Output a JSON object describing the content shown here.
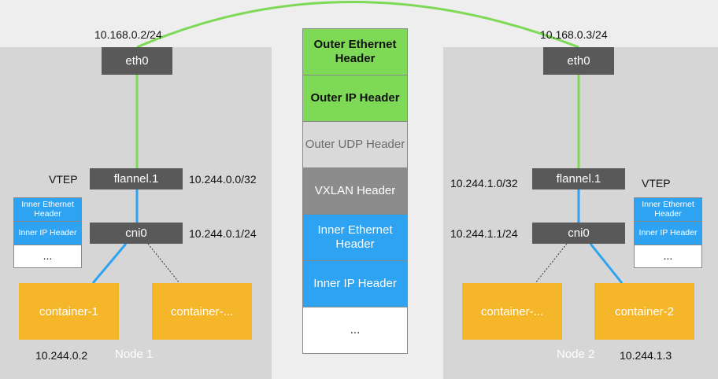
{
  "colors": {
    "green_link": "#7ed957",
    "blue_link": "#2ea3f2",
    "dark_box": "#595959",
    "container": "#f5b62a",
    "node_bg": "#d6d6d6",
    "page_bg": "#eeeeee"
  },
  "node1": {
    "label": "Node 1",
    "eth_label": "eth0",
    "eth_ip": "10.168.0.2/24",
    "vtep_label": "VTEP",
    "flannel_label": "flannel.1",
    "flannel_ip": "10.244.0.0/32",
    "cni_label": "cni0",
    "cni_ip": "10.244.0.1/24",
    "container_a": "container-1",
    "container_b": "container-...",
    "container_a_ip": "10.244.0.2",
    "mini_stack": [
      "Inner Ethernet Header",
      "Inner IP Header",
      "..."
    ]
  },
  "node2": {
    "label": "Node 2",
    "eth_label": "eth0",
    "eth_ip": "10.168.0.3/24",
    "vtep_label": "VTEP",
    "flannel_label": "flannel.1",
    "flannel_ip": "10.244.1.0/32",
    "cni_label": "cni0",
    "cni_ip": "10.244.1.1/24",
    "container_a": "container-...",
    "container_b": "container-2",
    "container_b_ip": "10.244.1.3",
    "mini_stack": [
      "Inner Ethernet Header",
      "Inner IP Header",
      "..."
    ]
  },
  "packet": [
    {
      "label": "Outer Ethernet Header",
      "bg": "#7ed957",
      "fg": "#111111"
    },
    {
      "label": "Outer IP Header",
      "bg": "#7ed957",
      "fg": "#111111"
    },
    {
      "label": "Outer UDP Header",
      "bg": "#d9d9d9",
      "fg": "#6b6b6b"
    },
    {
      "label": "VXLAN Header",
      "bg": "#8c8c8c",
      "fg": "#ffffff"
    },
    {
      "label": "Inner Ethernet Header",
      "bg": "#2ea3f2",
      "fg": "#ffffff"
    },
    {
      "label": "Inner IP Header",
      "bg": "#2ea3f2",
      "fg": "#ffffff"
    },
    {
      "label": "...",
      "bg": "#ffffff",
      "fg": "#111111"
    }
  ]
}
